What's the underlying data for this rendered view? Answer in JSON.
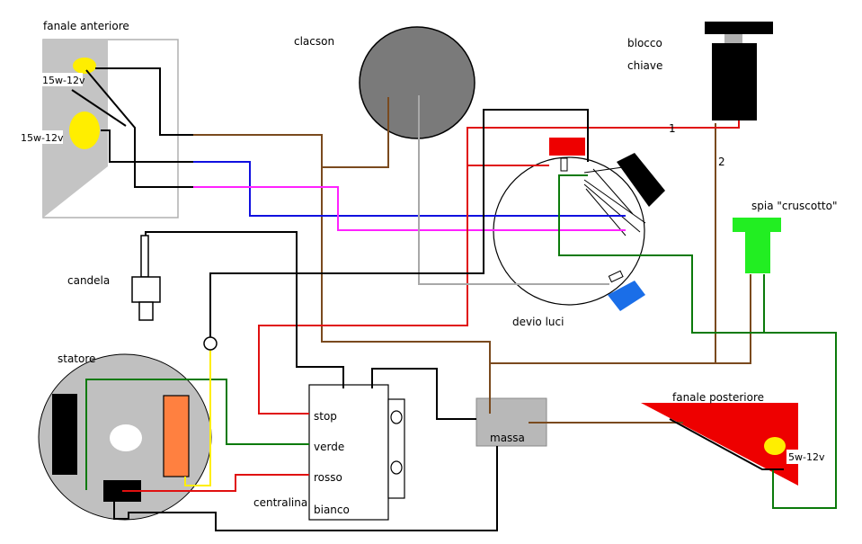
{
  "labels": {
    "front_light": "fanale anteriore",
    "bulb_upper": "15w-12v",
    "bulb_lower": "15w-12v",
    "horn": "clacson",
    "key_block_line1": "blocco",
    "key_block_line2": "chiave",
    "wire_1": "1",
    "wire_2": "2",
    "dash_light": "spia \"cruscotto\"",
    "spark_plug": "candela",
    "light_switch": "devio luci",
    "stator": "statore",
    "ecu": "centralina",
    "ecu_stop": "stop",
    "ecu_verde": "verde",
    "ecu_rosso": "rosso",
    "ecu_bianco": "bianco",
    "ground": "massa",
    "rear_light": "fanale posteriore",
    "rear_bulb": "5w-12v"
  },
  "colors": {
    "brown": "#7a4a1e",
    "red": "#e01010",
    "blue": "#1010e0",
    "magenta": "#ff22ff",
    "green": "#0a7a0a",
    "gray": "#a8a8a8",
    "yellow": "#ffee00",
    "black": "#000000"
  }
}
